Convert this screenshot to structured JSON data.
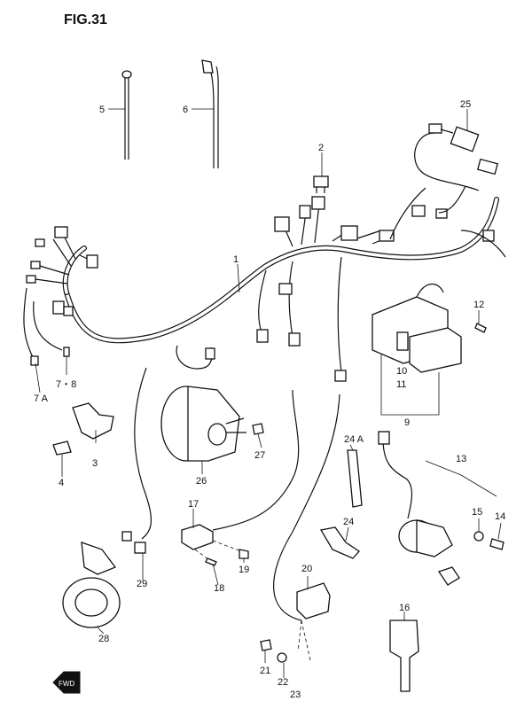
{
  "figure": {
    "title": "FIG.31"
  },
  "labels": {
    "p1": "1",
    "p2": "2",
    "p3": "3",
    "p4": "4",
    "p5": "5",
    "p6": "6",
    "p7a": "7 A",
    "p78": "7・8",
    "p9": "9",
    "p10": "10",
    "p11": "11",
    "p12": "12",
    "p13": "13",
    "p14": "14",
    "p15": "15",
    "p16": "16",
    "p17": "17",
    "p18": "18",
    "p19": "19",
    "p20": "20",
    "p21": "21",
    "p22": "22",
    "p23": "23",
    "p24": "24",
    "p24a": "24 A",
    "p25": "25",
    "p26": "26",
    "p27": "27",
    "p28": "28",
    "p29": "29"
  },
  "forward_mark": {
    "text": "FWD"
  }
}
